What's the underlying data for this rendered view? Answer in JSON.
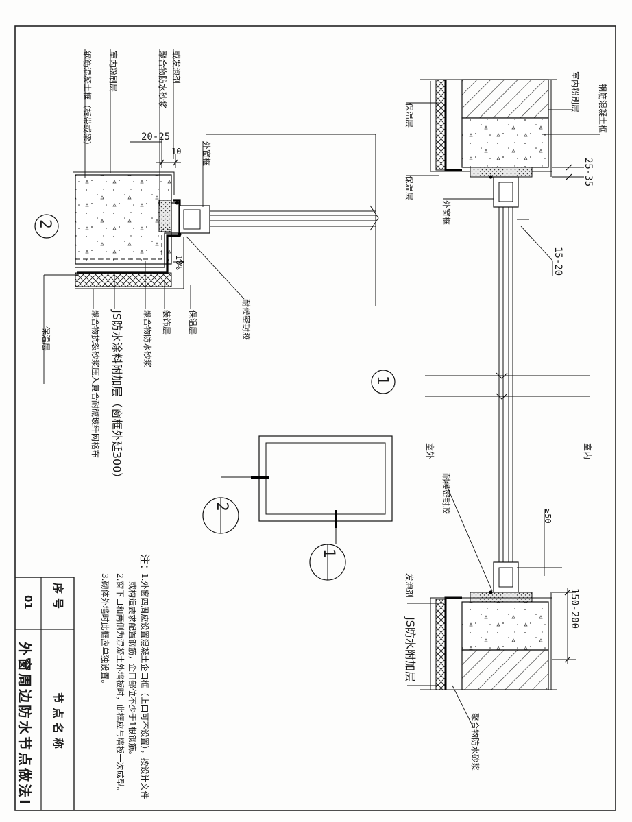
{
  "labels": {
    "l_rc_frame_left": "钢筋混凝土框（板带或梁）",
    "l_interior_plaster_left": "室内粉刷层",
    "l_polymer_mortar_top": "聚合物防水砂浆",
    "l_foam_agent_top": "或发泡剂",
    "l_outer_window_frame_top": "外窗框",
    "l_weather_sealant_left": "耐候密封胶",
    "l_insulation_left_a": "保温层",
    "l_insulation_left_b": "保温层",
    "l_finish_layer": "装饰层",
    "l_polymer_waterproof": "聚合物防水砂浆",
    "l_js_coating": "JS防水涂料附加层（窗框外延300）",
    "l_polymer_crack": "聚合物抗裂砂浆压入复合耐碱玻纤网格布",
    "l_rc_frame_right": "钢筋混凝土框",
    "l_interior_plaster_right": "室内粉刷层",
    "l_insulation_right_a": "保温层",
    "l_insulation_right_b": "保温层",
    "l_outer_window_frame_right": "外窗框",
    "l_outdoor": "室外",
    "l_indoor": "室内",
    "l_weather_sealant_right": "耐候密封胶",
    "l_foam_agent_right": "发泡剂",
    "l_js_additional": "JS防水附加层",
    "l_polymer_mortar_bottom": "聚合物防水砂浆"
  },
  "dimensions": {
    "d_20_25": "20-25",
    "d_10": "10",
    "d_slope": "10%",
    "d_25_35": "25-35",
    "d_15_20": "15-20",
    "d_ge50": "≥50",
    "d_150_200": "150-200"
  },
  "markers": {
    "m1": "1",
    "m2": "2",
    "key1_top": "1",
    "key1_bottom": "—",
    "key2_top": "2",
    "key2_bottom": "—"
  },
  "notes": {
    "lead": "注：",
    "n1a": "1.外窗四周应设置混凝土企口框（上口可不设置），按设计文件",
    "n1b": "或构造要求配置钢筋，企口部位不少于1根钢筋。",
    "n2": "2.窗下口和两侧为混凝土外墙板时，此框应与墙板一次成型。",
    "n3": "3.砌体外墙时此框应单独设置。"
  },
  "title_block": {
    "seq_label": "序号",
    "seq_value": "01",
    "name_label": "节点名称",
    "name_value": "外窗周边防水节点做法Ⅰ"
  }
}
